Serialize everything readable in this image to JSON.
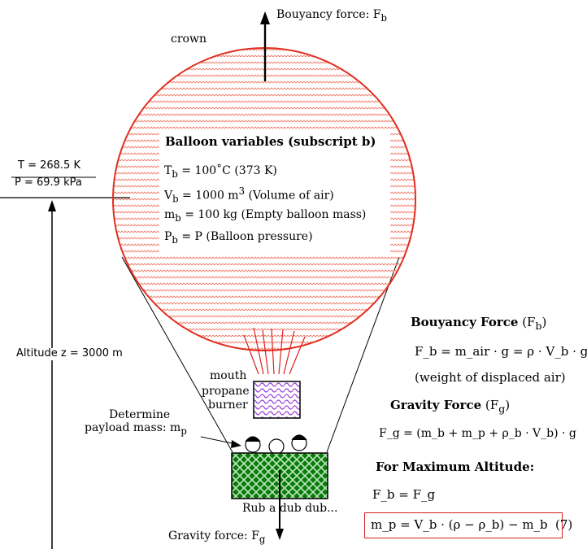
{
  "colors": {
    "balloon_outline": "#e03020",
    "balloon_fill_pattern": "#f08070",
    "rope": "#000000",
    "flame": "#e02020",
    "burner_pattern": "#9b3fd9",
    "basket_fill": "#0a7a0a",
    "equation_box": "#d21f1f"
  },
  "labels": {
    "bouyancy_force_top": "Bouyancy force: F",
    "bouyancy_force_top_sub": "b",
    "crown": "crown",
    "temperature": "T = 268.5 K",
    "pressure": "P = 69.9 kPa",
    "altitude": "Altitude z = 3000 m",
    "mouth": "mouth",
    "propane": "propane",
    "burner": "burner",
    "determine": "Determine",
    "payload": "payload mass: m",
    "payload_sub": "p",
    "basket_caption": "Rub a dub dub...",
    "gravity_force_bottom": "Gravity force: F",
    "gravity_force_bottom_sub": "g"
  },
  "balloon_variables": {
    "title": "Balloon variables (subscript b)",
    "lines": [
      {
        "sym": "T",
        "sub": "b",
        "text": " = 100˚C (373 K)"
      },
      {
        "sym": "V",
        "sub": "b",
        "text": " = 1000 m",
        "sup": "3",
        "text2": " (Volume of air)"
      },
      {
        "sym": "m",
        "sub": "b",
        "text": " = 100 kg (Empty balloon mass)"
      },
      {
        "sym": "P",
        "sub": "b",
        "text": " = P (Balloon pressure)"
      }
    ]
  },
  "forces": {
    "bouyancy_heading": "Bouyancy Force",
    "bouyancy_heading_sym": "(F",
    "bouyancy_heading_sub": "b",
    "bouyancy_equation": "F_b = m_air · g = ρ · V_b · g",
    "bouyancy_note": "(weight of displaced air)",
    "gravity_heading": "Gravity Force",
    "gravity_heading_sym": "(F",
    "gravity_heading_sub": "g",
    "gravity_equation": "F_g = (m_b + m_p + ρ_b · V_b) · g",
    "max_altitude_heading": "For Maximum Altitude:",
    "equality": "F_b = F_g",
    "result_equation": "m_p = V_b · (ρ − ρ_b) − m_b",
    "equation_number": "(7)"
  }
}
